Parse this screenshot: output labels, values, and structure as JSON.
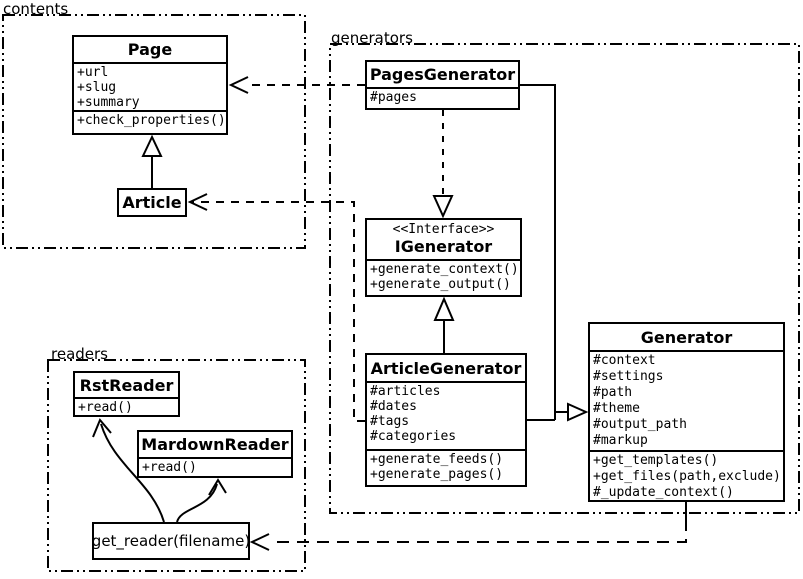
{
  "diagram": {
    "kind": "uml-class-diagram",
    "colors": {
      "line": "#000000",
      "background": "#ffffff"
    }
  },
  "packages": {
    "contents": {
      "label": "contents"
    },
    "generators": {
      "label": "generators"
    },
    "readers": {
      "label": "readers"
    }
  },
  "classes": {
    "page": {
      "name": "Page",
      "attributes": [
        "+url",
        "+slug",
        "+summary"
      ],
      "methods": [
        "+check_properties()"
      ]
    },
    "article": {
      "name": "Article"
    },
    "pages_generator": {
      "name": "PagesGenerator",
      "attributes": [
        "#pages"
      ]
    },
    "igenerator": {
      "stereotype": "<<Interface>>",
      "name": "IGenerator",
      "methods": [
        "+generate_context()",
        "+generate_output()"
      ]
    },
    "article_generator": {
      "name": "ArticleGenerator",
      "attributes": [
        "#articles",
        "#dates",
        "#tags",
        "#categories"
      ],
      "methods": [
        "+generate_feeds()",
        "+generate_pages()"
      ]
    },
    "generator": {
      "name": "Generator",
      "attributes": [
        "#context",
        "#settings",
        "#path",
        "#theme",
        "#output_path",
        "#markup"
      ],
      "methods": [
        "+get_templates()",
        "+get_files(path,exclude)",
        "#_update_context()"
      ]
    },
    "rst_reader": {
      "name": "RstReader",
      "methods": [
        "+read()"
      ]
    },
    "markdown_reader": {
      "name": "MardownReader",
      "methods": [
        "+read()"
      ]
    },
    "get_reader": {
      "label": "get_reader(filename)"
    }
  },
  "relationships": [
    {
      "from": "Article",
      "to": "Page",
      "type": "inheritance"
    },
    {
      "from": "PagesGenerator",
      "to": "Page",
      "type": "dependency"
    },
    {
      "from": "ArticleGenerator",
      "to": "Article",
      "type": "dependency"
    },
    {
      "from": "PagesGenerator",
      "to": "IGenerator",
      "type": "realization"
    },
    {
      "from": "ArticleGenerator",
      "to": "IGenerator",
      "type": "inheritance"
    },
    {
      "from": "PagesGenerator",
      "to": "Generator",
      "type": "inheritance"
    },
    {
      "from": "ArticleGenerator",
      "to": "Generator",
      "type": "inheritance"
    },
    {
      "from": "Generator",
      "to": "get_reader(filename)",
      "type": "dependency"
    },
    {
      "from": "get_reader(filename)",
      "to": "RstReader",
      "type": "call-arrow"
    },
    {
      "from": "get_reader(filename)",
      "to": "MardownReader",
      "type": "call-arrow"
    }
  ]
}
